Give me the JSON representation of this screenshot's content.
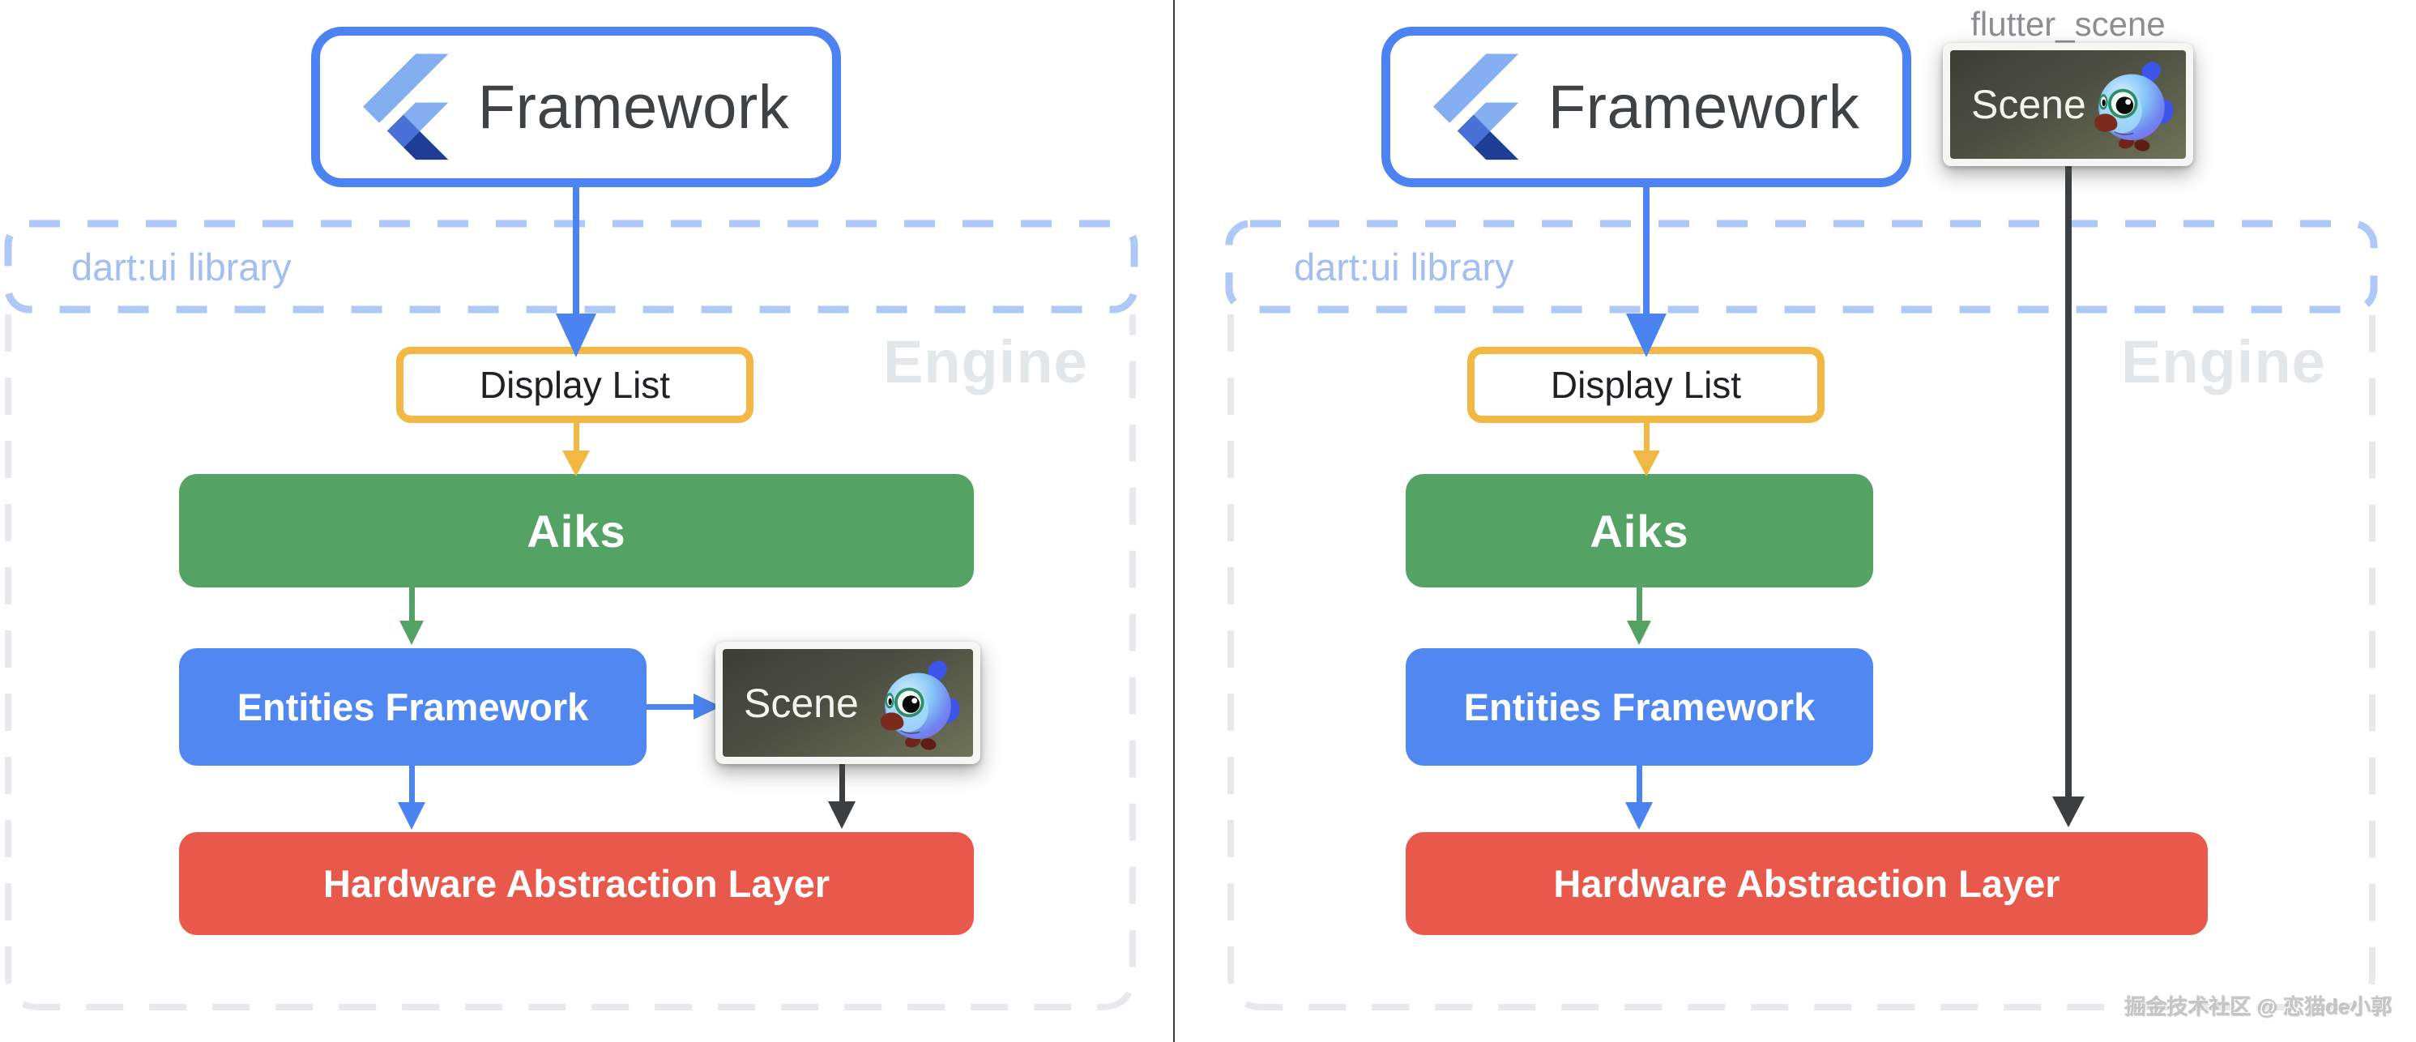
{
  "colors": {
    "blue": "#4B84F2",
    "boxBlue": "#5187F0",
    "dashBlue": "#AEC8F7",
    "textBlue": "#A3BEF2",
    "yellow": "#F2B843",
    "green": "#55A364",
    "red": "#E8594B",
    "grayDash": "#E7E9EC",
    "grayLabel": "#E4E7EA",
    "dark": "#3C3F42",
    "textDark": "#3F4245",
    "gray": "#8C8E91",
    "watermark": "#C6C6C6"
  },
  "left": {
    "framework": "Framework",
    "dart_ui": "dart:ui library",
    "engine": "Engine",
    "display_list": "Display List",
    "aiks": "Aiks",
    "entities": "Entities Framework",
    "scene": "Scene",
    "hal": "Hardware Abstraction Layer"
  },
  "right": {
    "package_label": "flutter_scene",
    "framework": "Framework",
    "dart_ui": "dart:ui library",
    "engine": "Engine",
    "display_list": "Display List",
    "aiks": "Aiks",
    "entities": "Entities Framework",
    "scene": "Scene",
    "hal": "Hardware Abstraction Layer"
  },
  "watermark": "掘金技术社区 @ 恋猫de小郭"
}
